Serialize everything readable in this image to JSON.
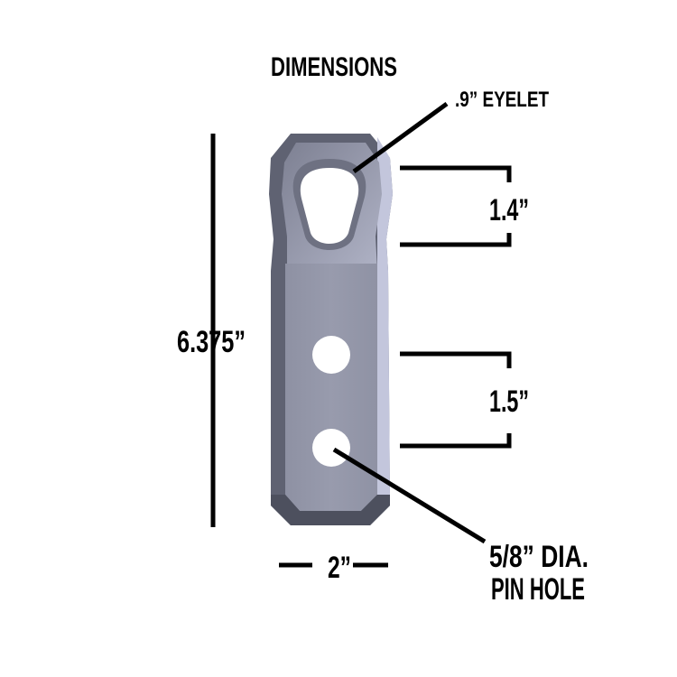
{
  "title": "DIMENSIONS",
  "labels": {
    "eyelet": ".9” EYELET",
    "eyelet_height": "1.4”",
    "hole_spacing": "1.5”",
    "overall_length": "6.375”",
    "width": "2”",
    "pin_hole_line1": "5/8” DIA.",
    "pin_hole_line2": "PIN HOLE"
  },
  "colors": {
    "plate_face": "#9699aa",
    "plate_light_edge": "#c4c7dc",
    "plate_dark_edge": "#5c5f6e",
    "lines": "#000000",
    "background": "#ffffff"
  }
}
